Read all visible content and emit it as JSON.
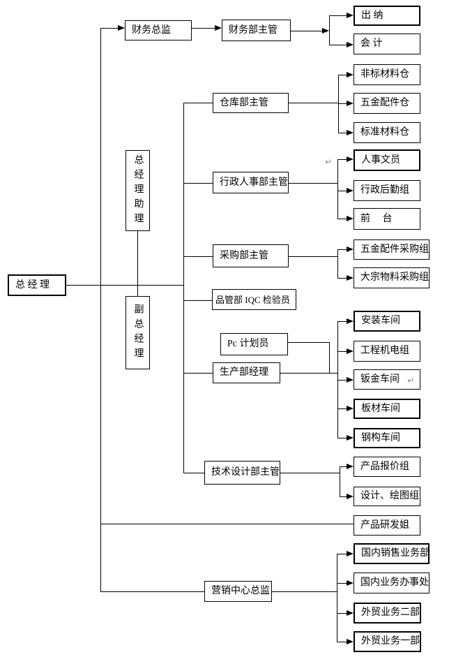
{
  "colors": {
    "background": "#ffffff",
    "line": "#000000",
    "text": "#000000",
    "paragraph_mark": "#8a8a8a"
  },
  "artifacts": {
    "paragraph_mark": "↵"
  },
  "org_chart": {
    "type": "org-tree",
    "nodes": [
      {
        "id": "gm",
        "label": "总 经 理",
        "parent": null
      },
      {
        "id": "gma",
        "label": "总经理助理",
        "parent": "gm"
      },
      {
        "id": "dgm",
        "label": "副总经理",
        "parent": "gm"
      },
      {
        "id": "fin_dir",
        "label": "财务总监",
        "parent": "gm"
      },
      {
        "id": "fin_mgr",
        "label": "财务部主管",
        "parent": "fin_dir"
      },
      {
        "id": "cashier",
        "label": "出 纳",
        "parent": "fin_mgr"
      },
      {
        "id": "accountant",
        "label": "会 计",
        "parent": "fin_mgr"
      },
      {
        "id": "wh_mgr",
        "label": "仓库部主管",
        "parent": "gm"
      },
      {
        "id": "wh1",
        "label": "非标材料仓",
        "parent": "wh_mgr"
      },
      {
        "id": "wh2",
        "label": "五金配件仓",
        "parent": "wh_mgr"
      },
      {
        "id": "wh3",
        "label": "标准材料仓",
        "parent": "wh_mgr"
      },
      {
        "id": "hr_mgr",
        "label": "行政人事部主管",
        "parent": "gm"
      },
      {
        "id": "hr1",
        "label": "人事文员",
        "parent": "hr_mgr"
      },
      {
        "id": "hr2",
        "label": "行政后勤组",
        "parent": "hr_mgr"
      },
      {
        "id": "hr3",
        "label": "前　 台",
        "parent": "hr_mgr"
      },
      {
        "id": "pur_mgr",
        "label": "采购部主管",
        "parent": "gm"
      },
      {
        "id": "pur1",
        "label": "五金配件采购组",
        "parent": "pur_mgr"
      },
      {
        "id": "pur2",
        "label": "大宗物料采购组",
        "parent": "pur_mgr"
      },
      {
        "id": "iqc",
        "label": "品管部 IQC 检验员",
        "parent": "gm"
      },
      {
        "id": "pc",
        "label": "Pc 计划员",
        "parent": "prod_mgr"
      },
      {
        "id": "prod_mgr",
        "label": "生产部经理",
        "parent": "gm"
      },
      {
        "id": "ws1",
        "label": "安装车间",
        "parent": "prod_mgr"
      },
      {
        "id": "ws2",
        "label": "工程机电组",
        "parent": "prod_mgr"
      },
      {
        "id": "ws3",
        "label": "钣金车间",
        "parent": "prod_mgr"
      },
      {
        "id": "ws4",
        "label": "板材车间",
        "parent": "prod_mgr"
      },
      {
        "id": "ws5",
        "label": "钢构车间",
        "parent": "prod_mgr"
      },
      {
        "id": "tech_mgr",
        "label": "技术设计部主管",
        "parent": "gm"
      },
      {
        "id": "tech1",
        "label": "产品报价组",
        "parent": "tech_mgr"
      },
      {
        "id": "tech2",
        "label": "设计、绘图组",
        "parent": "tech_mgr"
      },
      {
        "id": "rnd",
        "label": "产品研发姐",
        "parent": "gm"
      },
      {
        "id": "mkt_dir",
        "label": "营销中心总监",
        "parent": "gm"
      },
      {
        "id": "mkt1",
        "label": "国内销售业务部",
        "parent": "mkt_dir"
      },
      {
        "id": "mkt2",
        "label": "国内业务办事处",
        "parent": "mkt_dir"
      },
      {
        "id": "mkt3",
        "label": "外贸业务二部",
        "parent": "mkt_dir"
      },
      {
        "id": "mkt4",
        "label": "外贸业务一部",
        "parent": "mkt_dir"
      }
    ]
  }
}
